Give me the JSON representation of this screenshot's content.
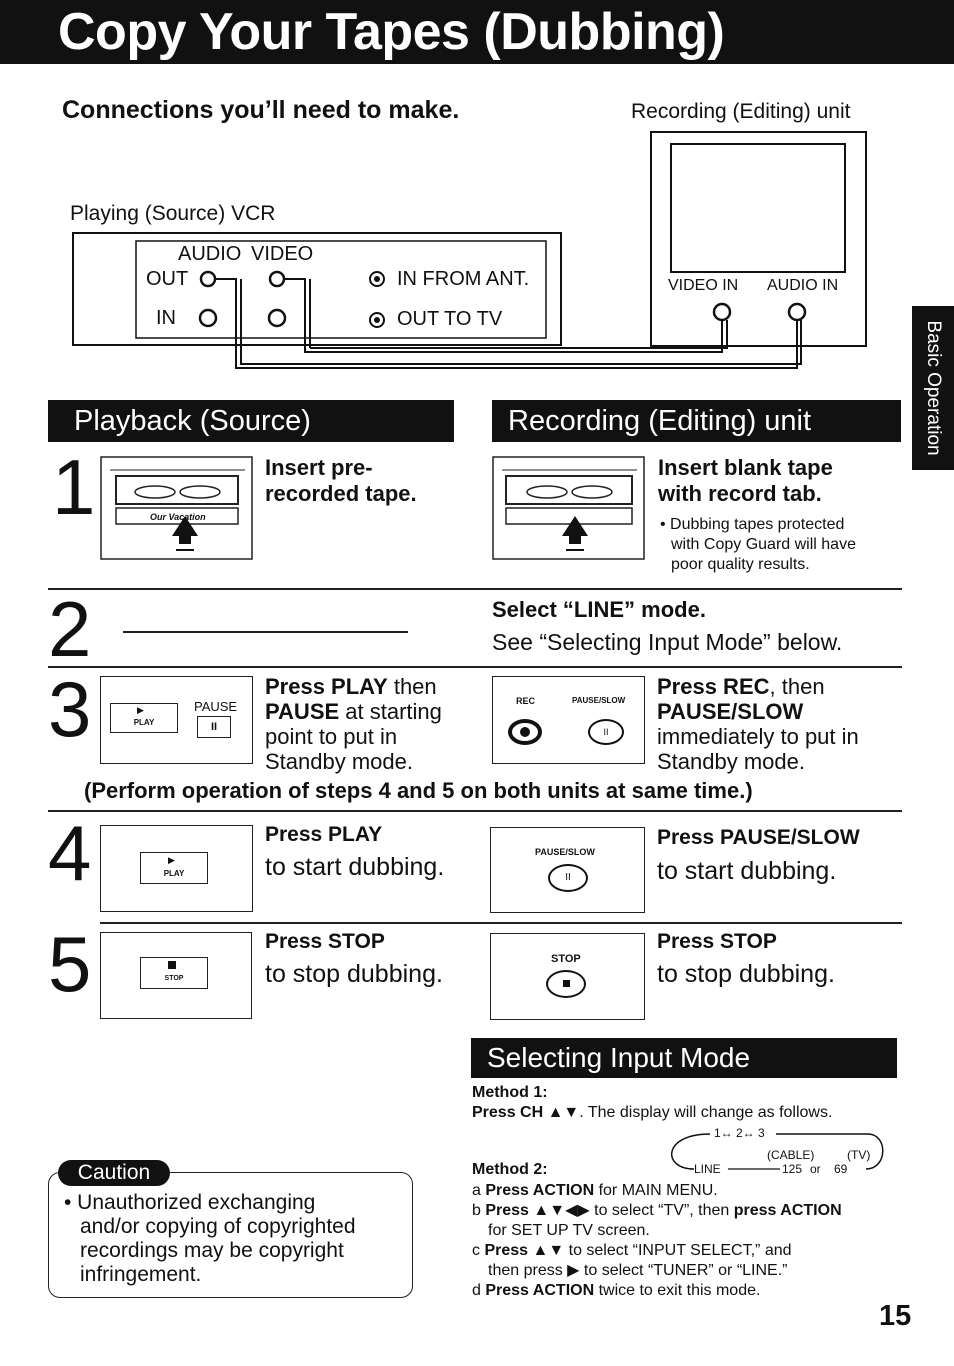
{
  "page": {
    "title": "Copy Your Tapes (Dubbing)",
    "side_tab": "Basic Operation",
    "page_number": "15"
  },
  "connections": {
    "heading": "Connections you’ll need to make.",
    "recording_unit_label": "Recording (Editing) unit",
    "playing_vcr_label": "Playing (Source) VCR",
    "vcr_panel": {
      "audio": "AUDIO",
      "video": "VIDEO",
      "out": "OUT",
      "in": "IN",
      "in_from_ant": "IN FROM ANT.",
      "out_to_tv": "OUT TO TV"
    },
    "tv_panel": {
      "video_in": "VIDEO IN",
      "audio_in": "AUDIO IN"
    }
  },
  "sections": {
    "playback": "Playback (Source)",
    "recording": "Recording (Editing) unit"
  },
  "steps": {
    "s1": {
      "num": "1",
      "left_text": "Insert pre-recorded tape.",
      "left_line1": "Insert pre-",
      "left_line2": "recorded tape.",
      "tape_label": "Our Vacation",
      "right_line1": "Insert blank tape",
      "right_line2": "with record tab.",
      "note_line1": "• Dubbing tapes protected",
      "note_line2": "with Copy Guard will have",
      "note_line3": "poor quality results."
    },
    "s2": {
      "num": "2",
      "right_title": "Select “LINE” mode.",
      "right_text": "See “Selecting Input Mode” below."
    },
    "s3": {
      "num": "3",
      "left_l1_bold": "Press PLAY",
      "left_l1_rest": " then",
      "left_l2_bold": "PAUSE",
      "left_l2_rest": " at starting",
      "left_l3": "point to put in",
      "left_l4": "Standby mode.",
      "btn_play": "PLAY",
      "btn_pause": "PAUSE",
      "right_l1_bold": "Press REC",
      "right_l1_rest": ", then",
      "right_l2_bold": "PAUSE/SLOW",
      "right_l3": "immediately to put in",
      "right_l4": "Standby mode.",
      "btn_rec": "REC",
      "btn_pauseslow": "PAUSE/SLOW"
    },
    "perform_note": "(Perform operation of steps 4 and 5 on both units at same time.)",
    "s4": {
      "num": "4",
      "left_title": "Press PLAY",
      "left_text": "to start dubbing.",
      "btn_play": "PLAY",
      "right_title": "Press PAUSE/SLOW",
      "right_text": "to start dubbing.",
      "btn_pauseslow": "PAUSE/SLOW"
    },
    "s5": {
      "num": "5",
      "left_title": "Press STOP",
      "left_text": "to stop dubbing.",
      "btn_stop": "STOP",
      "right_title": "Press STOP",
      "right_text": "to stop dubbing.",
      "btn_stop_r": "STOP"
    }
  },
  "input_mode": {
    "heading": "Selecting Input Mode",
    "method1_title": "Method 1:",
    "method1_bold": "Press CH ▲▼",
    "method1_rest": ". The display will change as follows.",
    "cycle_top": "1↔ 2↔ 3",
    "cycle_cable": "(CABLE)",
    "cycle_tv": "(TV)",
    "cycle_line": "LINE",
    "cycle_125": "125",
    "cycle_or": "or",
    "cycle_69": "69",
    "method2_title": "Method 2:",
    "a_letter": "a",
    "a_bold": "Press ACTION",
    "a_rest": " for MAIN MENU.",
    "b_letter": "b",
    "b_bold": "Press ▲▼◀▶",
    "b_rest": " to select “TV”, then ",
    "b_bold2": "press ACTION",
    "b_line2": "for SET UP TV screen.",
    "c_letter": "c",
    "c_bold": "Press ▲▼",
    "c_rest": " to select “INPUT SELECT,” and",
    "c_line2": "then press ▶ to select “TUNER” or “LINE.”",
    "d_letter": "d",
    "d_bold": "Press ACTION",
    "d_rest": " twice to exit this mode."
  },
  "caution": {
    "label": "Caution",
    "line1": "• Unauthorized exchanging",
    "line2": "and/or copying of copyrighted",
    "line3": "recordings may be copyright",
    "line4": "infringement."
  }
}
